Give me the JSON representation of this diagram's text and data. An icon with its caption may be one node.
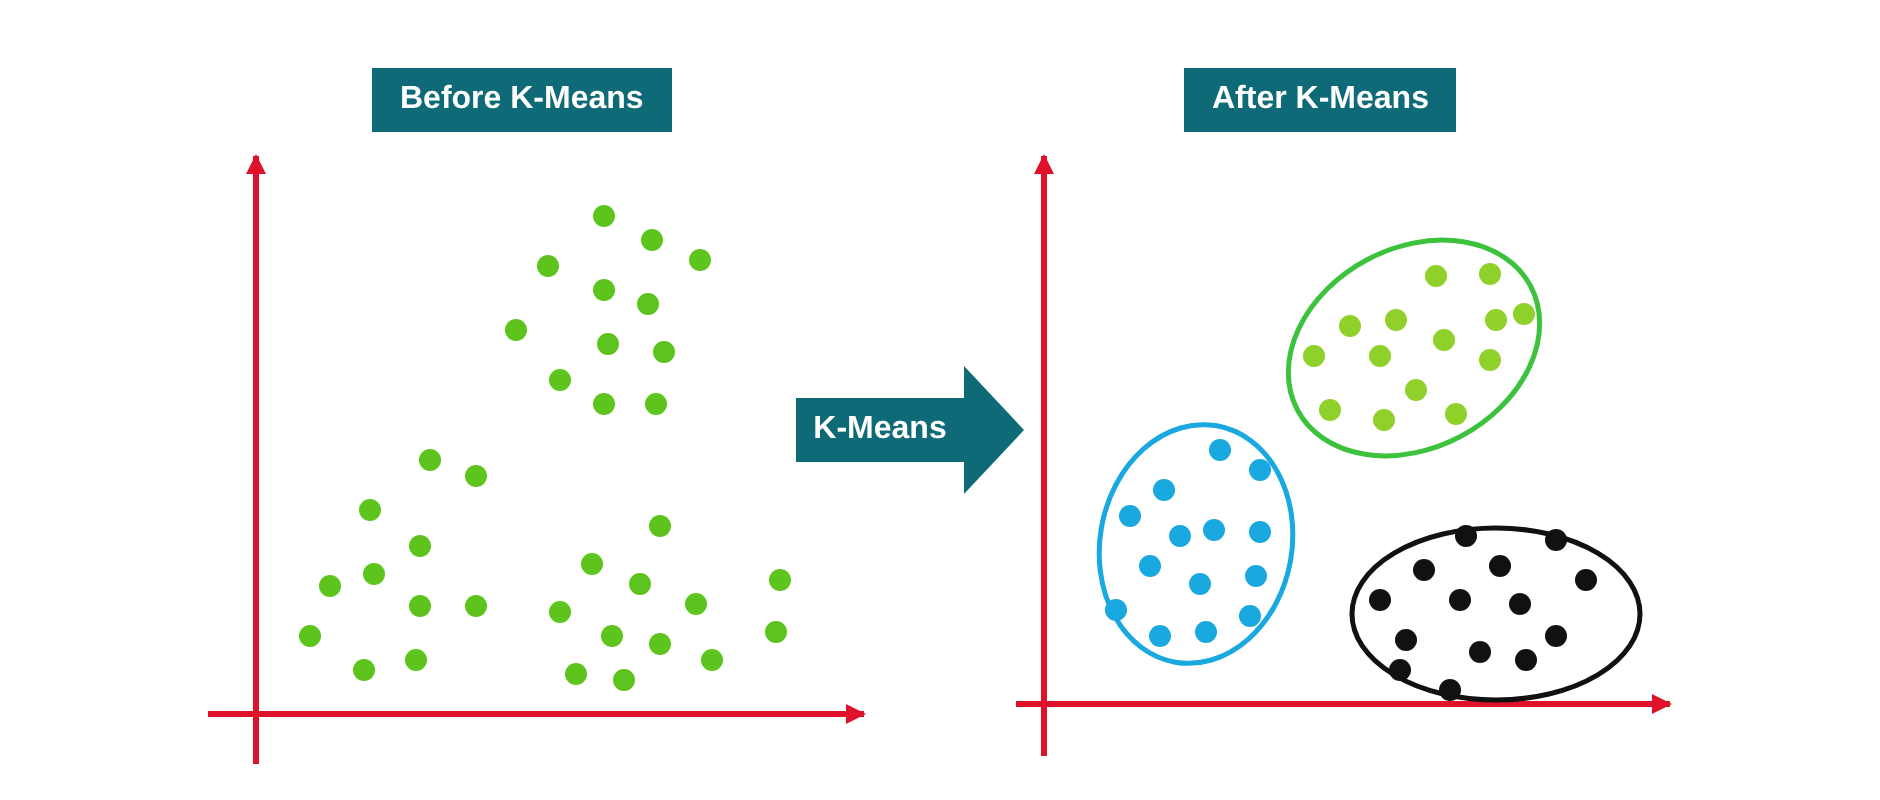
{
  "diagram": {
    "nodes": [
      {
        "text": [
          "Before K-Means"
        ]
      },
      {
        "text": [
          "After K-Means"
        ]
      },
      {
        "text": [
          "K-Means"
        ]
      }
    ]
  }
}
